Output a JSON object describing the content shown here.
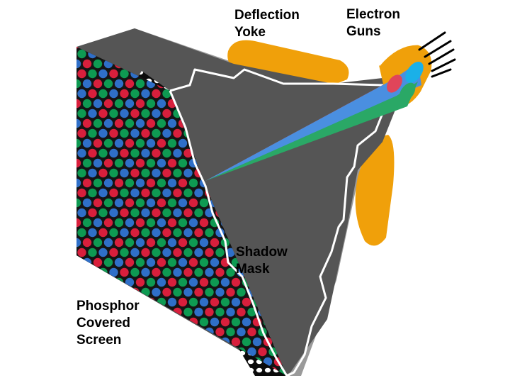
{
  "labels": {
    "deflection_yoke": {
      "line1": "Deflection",
      "line2": "Yoke"
    },
    "electron_guns": {
      "line1": "Electron",
      "line2": "Guns"
    },
    "shadow_mask": {
      "line1": "Shadow",
      "line2": "Mask"
    },
    "phosphor_screen": {
      "line1": "Phosphor",
      "line2": "Covered",
      "line3": "Screen"
    }
  },
  "colors": {
    "background": "#ffffff",
    "tube_body": "#555555",
    "tube_side": "#9a9a9a",
    "outline": "#ffffff",
    "yoke": "#f0a00a",
    "yoke_shadow": "#d98a00",
    "phosphor_red": "#d81f3c",
    "phosphor_green": "#0e9a52",
    "phosphor_blue": "#2f6fc8",
    "mask_base": "#0b0b0b",
    "beam_red": "#e0455a",
    "beam_green": "#2aa866",
    "beam_blue": "#4a8fe0",
    "gun_cyan": "#1ab0e8"
  }
}
